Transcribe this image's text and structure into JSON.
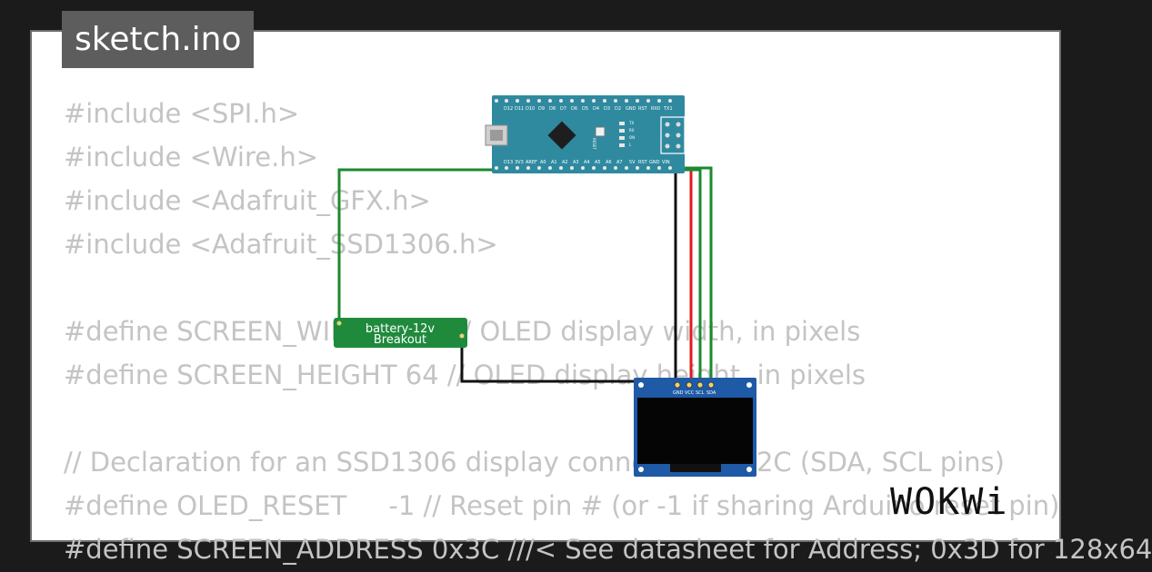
{
  "file_tab": {
    "label": "sketch.ino"
  },
  "code_lines": [
    "#include <SPI.h>",
    "#include <Wire.h>",
    "#include <Adafruit_GFX.h>",
    "#include <Adafruit_SSD1306.h>",
    "",
    "#define SCREEN_WIDTH 128 // OLED display width, in pixels",
    "#define SCREEN_HEIGHT 64 // OLED display height, in pixels",
    "",
    "// Declaration for an SSD1306 display connected to I2C (SDA, SCL pins)",
    "#define OLED_RESET     -1 // Reset pin # (or -1 if sharing Arduino reset pin)",
    "#define SCREEN_ADDRESS 0x3C ///< See datasheet for Address; 0x3D for 128x64"
  ],
  "arduino": {
    "top_pins": [
      "D12",
      "D11",
      "D10",
      "D9",
      "D8",
      "D7",
      "D6",
      "D5",
      "D4",
      "D3",
      "D2",
      "GND",
      "RST",
      "RX0",
      "TX1"
    ],
    "bottom_pins": [
      "D13",
      "3V3",
      "AREF",
      "A0",
      "A1",
      "A2",
      "A3",
      "A4",
      "A5",
      "A6",
      "A7",
      "5V",
      "RST",
      "GND",
      "VIN"
    ],
    "reset_label": "RESET",
    "led_labels": [
      "TX",
      "RX",
      "ON",
      "L"
    ]
  },
  "battery": {
    "line1": "battery-12v",
    "line2": "Breakout"
  },
  "oled": {
    "pins": [
      "GND",
      "VCC",
      "SCL",
      "SDA"
    ]
  },
  "logo": {
    "text": "WOKWi"
  },
  "colors": {
    "board": "#2f8aa0",
    "battery": "#1f8a3c",
    "oled_board": "#1e5aa6",
    "wire_green": "#1a8a2e",
    "wire_red": "#e01b1b",
    "wire_black": "#111111"
  }
}
